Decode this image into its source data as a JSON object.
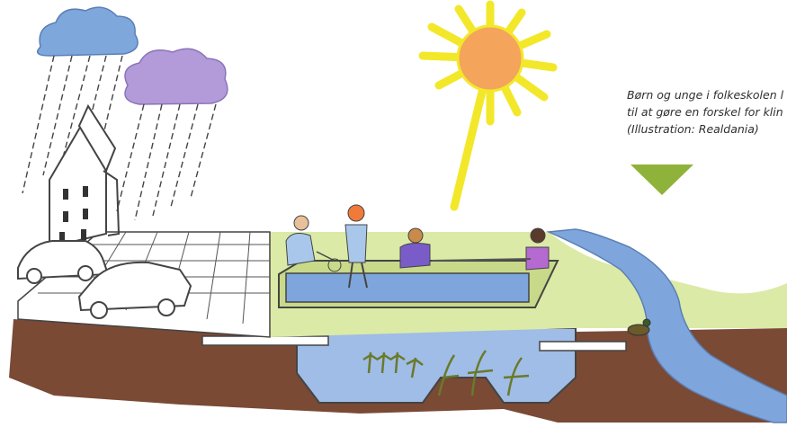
{
  "caption": {
    "line1": "Børn og unge i folkeskolen l",
    "line2": "til at gøre en forskel for klin",
    "line3": "(Illustration: Realdania)"
  },
  "colors": {
    "sky_cloud_blue": "#7ea7dc",
    "sky_cloud_purple": "#b39bd9",
    "sun_core": "#f5a45b",
    "sun_rays": "#fff23a",
    "grass": "#dbeaa6",
    "soil": "#7a4a35",
    "water": "#7fa6dc",
    "caption_marker": "#8fb33a"
  },
  "icons": [
    "cloud-icon",
    "sun-icon",
    "house-icon",
    "car-icon",
    "duck-icon",
    "child-icon",
    "plant-icon"
  ]
}
